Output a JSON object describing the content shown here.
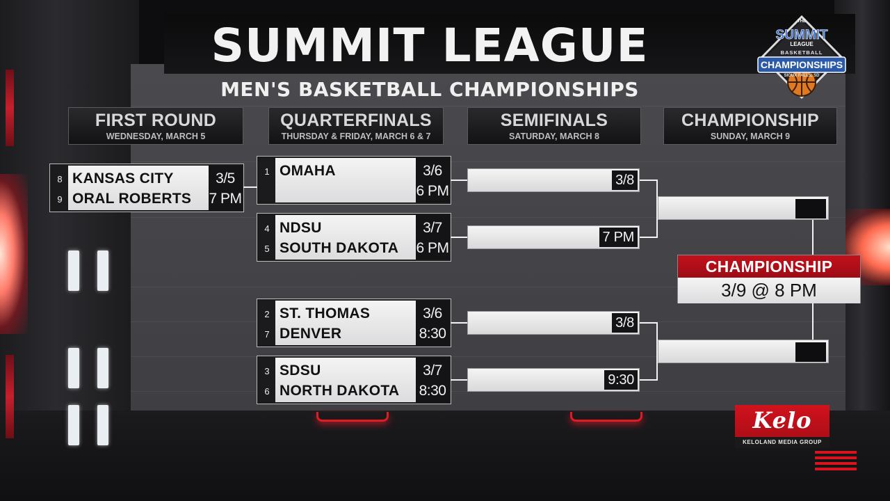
{
  "header": {
    "title": "SUMMIT LEAGUE",
    "subtitle": "MEN'S BASKETBALL CHAMPIONSHIPS"
  },
  "logo": {
    "line1": "THE",
    "line2": "SUMMIT",
    "line3": "LEAGUE",
    "line4": "BASKETBALL",
    "line5": "CHAMPIONSHIPS",
    "line6": "SIOUX FALLS, SD"
  },
  "rounds": [
    {
      "name": "FIRST ROUND",
      "date": "WEDNESDAY, MARCH 5"
    },
    {
      "name": "QUARTERFINALS",
      "date": "THURSDAY & FRIDAY, MARCH 6 & 7"
    },
    {
      "name": "SEMIFINALS",
      "date": "SATURDAY, MARCH 8"
    },
    {
      "name": "CHAMPIONSHIP",
      "date": "SUNDAY, MARCH 9"
    }
  ],
  "first_round": [
    {
      "seed_top": "8",
      "team_top": "KANSAS CITY",
      "seed_bottom": "9",
      "team_bottom": "ORAL ROBERTS",
      "date": "3/5",
      "time": "7 PM"
    }
  ],
  "quarterfinals": [
    {
      "seed_top": "1",
      "team_top": "OMAHA",
      "seed_bottom": "",
      "team_bottom": "",
      "date": "3/6",
      "time": "6 PM"
    },
    {
      "seed_top": "4",
      "team_top": "NDSU",
      "seed_bottom": "5",
      "team_bottom": "SOUTH DAKOTA",
      "date": "3/7",
      "time": "6 PM"
    },
    {
      "seed_top": "2",
      "team_top": "ST. THOMAS",
      "seed_bottom": "7",
      "team_bottom": "DENVER",
      "date": "3/6",
      "time": "8:30"
    },
    {
      "seed_top": "3",
      "team_top": "SDSU",
      "seed_bottom": "6",
      "team_bottom": "NORTH DAKOTA",
      "date": "3/7",
      "time": "8:30"
    }
  ],
  "semifinals": [
    {
      "label": "3/8"
    },
    {
      "label": "7 PM"
    },
    {
      "label": "3/8"
    },
    {
      "label": "9:30"
    }
  ],
  "championship": {
    "title": "CHAMPIONSHIP",
    "time": "3/9 @ 8 PM"
  },
  "station": {
    "name": "Kelo",
    "tagline": "KELOLAND MEDIA GROUP"
  },
  "colors": {
    "accent_red": "#c3111c",
    "board_gray": "#444448",
    "slot_white": "#eeeeee",
    "time_black": "#141416"
  }
}
